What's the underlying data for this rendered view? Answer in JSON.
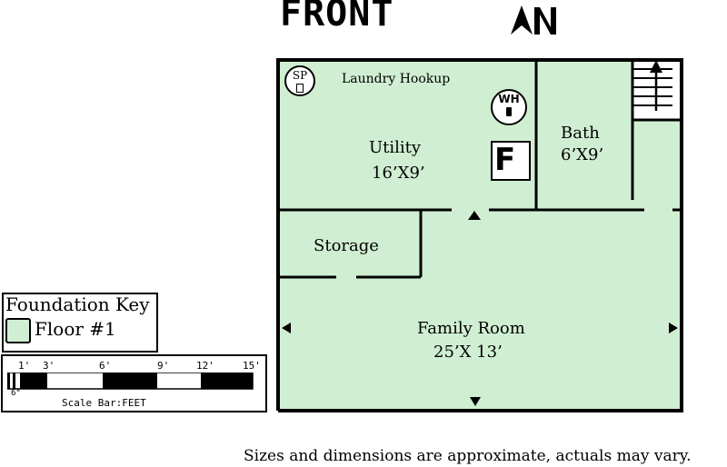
{
  "header": {
    "title": "FRONT"
  },
  "rooms": {
    "laundry": "Laundry Hookup",
    "utility_name": "Utility",
    "utility_size": "16’X9’",
    "bath_name": "Bath",
    "bath_size": "6’X9’",
    "storage": "Storage",
    "family_name": "Family Room",
    "family_size": "25’X 13’"
  },
  "symbols": {
    "sump_pump": "SP",
    "water_heater": "WH",
    "furnace": "F"
  },
  "key": {
    "title": "Foundation Key",
    "item": "Floor #1",
    "color": "#d0efd2"
  },
  "scale": {
    "ticks": [
      "1'",
      "3'",
      "6'",
      "9'",
      "12'",
      "15'"
    ],
    "sub_tick": "6\"",
    "label": "Scale Bar:FEET"
  },
  "footer": {
    "disclaimer": "Sizes and dimensions are approximate, actuals may vary."
  },
  "colors": {
    "floor": "#d0efd2",
    "wall": "#000000"
  }
}
